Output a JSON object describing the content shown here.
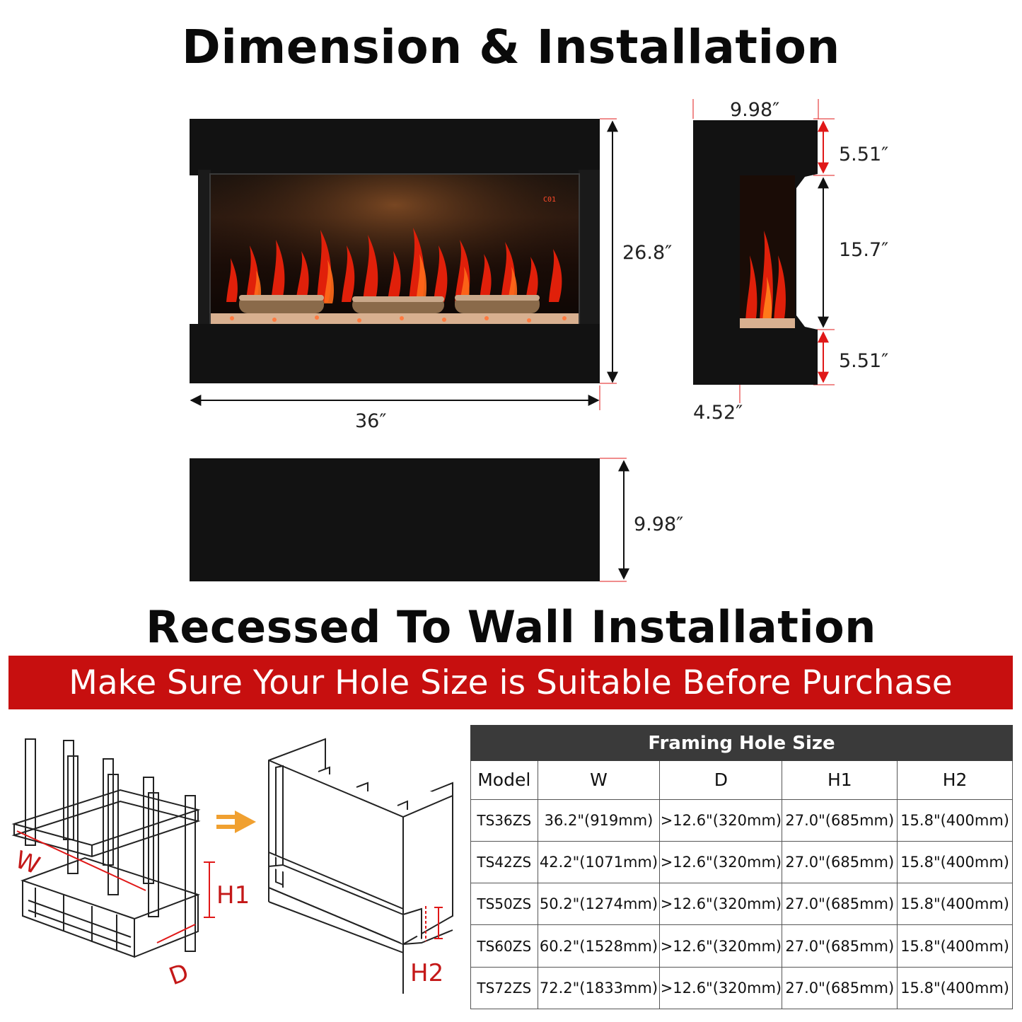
{
  "header": {
    "title": "Dimension & Installation",
    "subtitle": "Recessed To Wall Installation"
  },
  "dimensions": {
    "front_width": "36″",
    "front_height": "26.8″",
    "side_depth_top": "9.98″",
    "side_top_trim": "5.51″",
    "side_opening": "15.7″",
    "side_bottom_trim": "5.51″",
    "side_inset": "4.52″",
    "top_depth": "9.98″"
  },
  "banner": {
    "text": "Make Sure Your Hole Size is Suitable Before Purchase"
  },
  "diagram_labels": {
    "w": "W",
    "d": "D",
    "h1": "H1",
    "h2": "H2"
  },
  "table": {
    "title": "Framing Hole Size",
    "columns": [
      "Model",
      "W",
      "D",
      "H1",
      "H2"
    ],
    "rows": [
      [
        "TS36ZS",
        "36.2\"(919mm)",
        ">12.6\"(320mm)",
        "27.0\"(685mm)",
        "15.8\"(400mm)"
      ],
      [
        "TS42ZS",
        "42.2\"(1071mm)",
        ">12.6\"(320mm)",
        "27.0\"(685mm)",
        "15.8\"(400mm)"
      ],
      [
        "TS50ZS",
        "50.2\"(1274mm)",
        ">12.6\"(320mm)",
        "27.0\"(685mm)",
        "15.8\"(400mm)"
      ],
      [
        "TS60ZS",
        "60.2\"(1528mm)",
        ">12.6\"(320mm)",
        "27.0\"(685mm)",
        "15.8\"(400mm)"
      ],
      [
        "TS72ZS",
        "72.2\"(1833mm)",
        ">12.6\"(320mm)",
        "27.0\"(685mm)",
        "15.8\"(400mm)"
      ]
    ]
  },
  "display": {
    "led_readout": "C01"
  },
  "colors": {
    "banner_red": "#c70f0f",
    "dimension_red": "#e01818",
    "table_header": "#3a3a3a",
    "arrow_orange": "#f0a030"
  },
  "icons": {
    "install_arrow": "double-right-arrow-icon"
  }
}
